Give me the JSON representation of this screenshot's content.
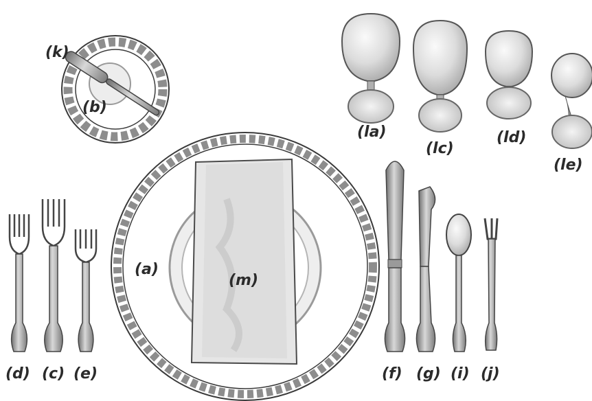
{
  "labels": {
    "a": "(a)",
    "b": "(b)",
    "c": "(c)",
    "d": "(d)",
    "e": "(e)",
    "f": "(f)",
    "g": "(g)",
    "i": "(i)",
    "j": "(j)",
    "k": "(k)",
    "la": "(la)",
    "lc": "(lc)",
    "ld": "(ld)",
    "le": "(le)",
    "m": "(m)"
  },
  "colors": {
    "ink": "#2b2b2b",
    "pattern": "#8d8d8d",
    "silver": "#9a9a9a",
    "glass": "#c9c9c9",
    "napkin": "#e6e6e6"
  }
}
